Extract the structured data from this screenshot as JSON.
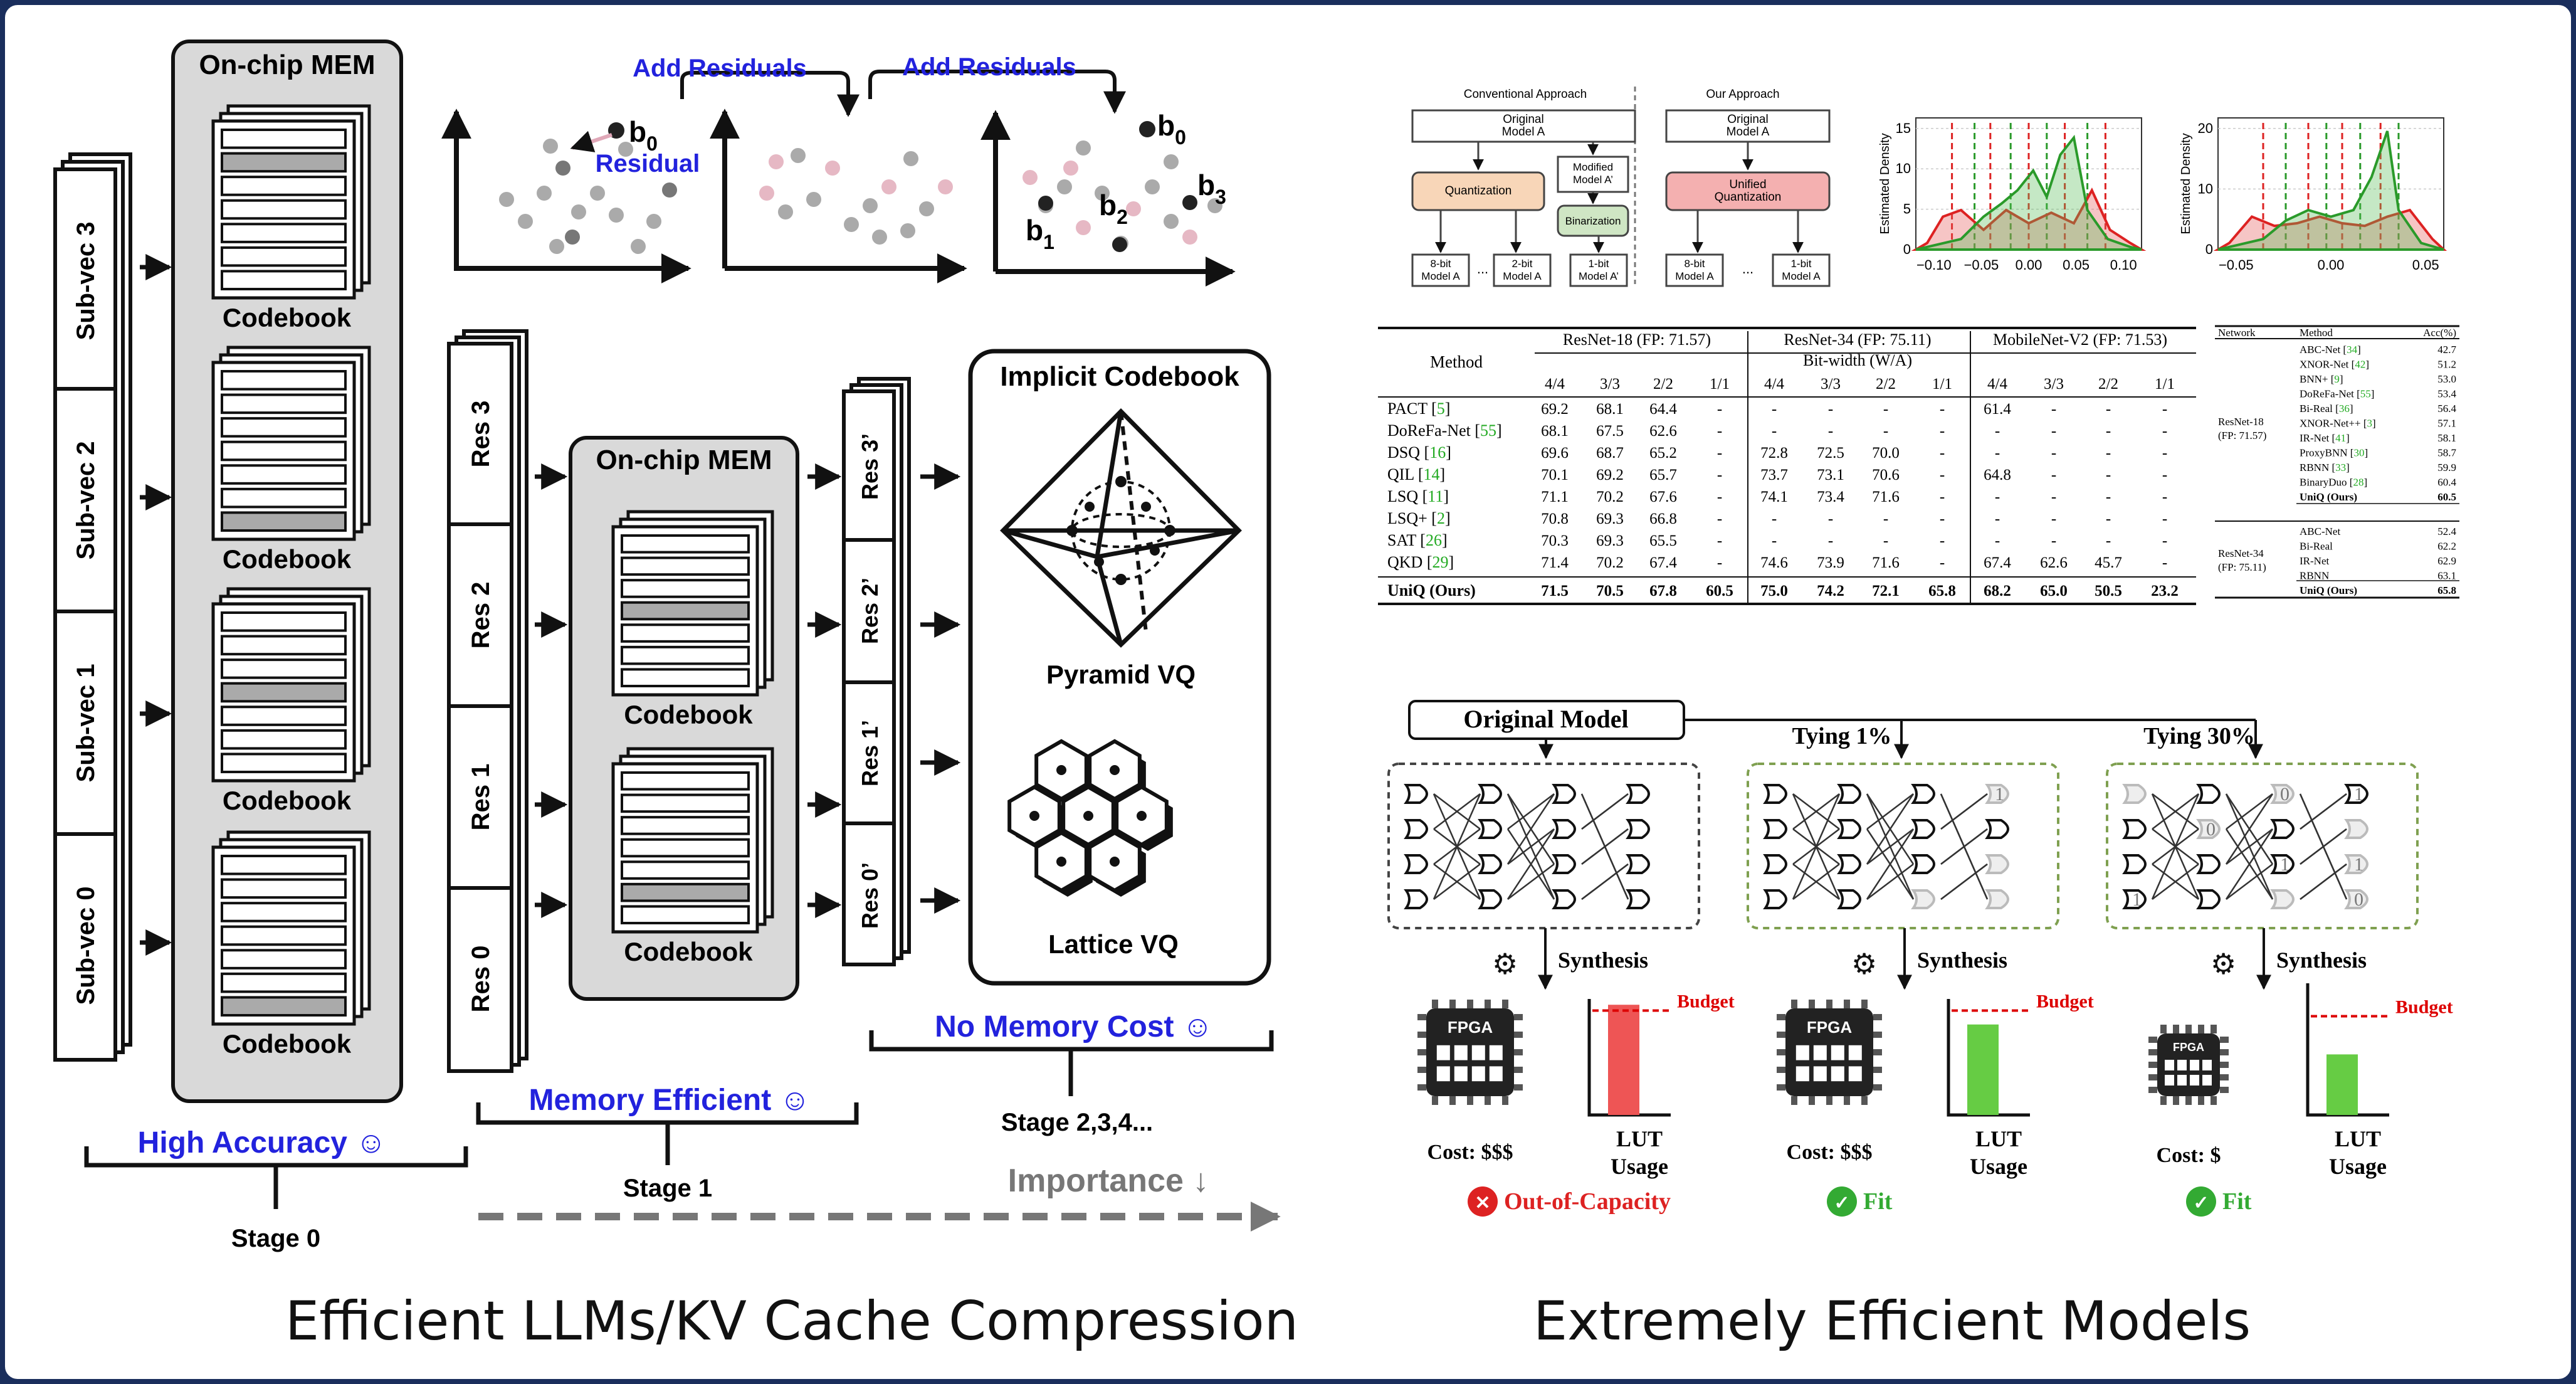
{
  "left": {
    "caption": "Efficient LLMs/KV Cache Compression",
    "subvecs": [
      "Sub-vec 3",
      "Sub-vec 2",
      "Sub-vec 1",
      "Sub-vec 0"
    ],
    "onchip_mem": "On-chip MEM",
    "codebook": "Codebook",
    "residuals": [
      "Res 3",
      "Res 2",
      "Res 1",
      "Res 0"
    ],
    "residuals_prime": [
      "Res 3’",
      "Res 2’",
      "Res 1’",
      "Res 0’"
    ],
    "add_residuals": "Add Residuals",
    "residual_label": "Residual",
    "b0": "b",
    "b_sub": [
      "0",
      "1",
      "2",
      "3"
    ],
    "implicit_codebook": "Implicit Codebook",
    "pyramid_vq": "Pyramid VQ",
    "lattice_vq": "Lattice VQ",
    "high_accuracy": "High Accuracy ☺",
    "memory_efficient": "Memory Efficient ☺",
    "no_memory_cost": "No Memory Cost ☺",
    "stage0": "Stage 0",
    "stage1": "Stage 1",
    "stage234": "Stage 2,3,4...",
    "importance": "Importance ↓",
    "colors": {
      "blue": "#2222dd",
      "gray_panel": "#d9d9d9"
    }
  },
  "right": {
    "caption": "Extremely Efficient Models",
    "flow": {
      "conventional": "Conventional Approach",
      "ours": "Our Approach",
      "original_model_a": "Original Model A",
      "modified_model": "Modified Model A’",
      "quantization": "Quantization",
      "binarization": "Binarization",
      "unified_quantization": "Unified Quantization",
      "m8": "8-bit Model A",
      "m2": "2-bit Model A",
      "m1": "1-bit Model A’",
      "m1b": "1-bit Model A",
      "ellipsis": "..."
    },
    "density": {
      "ylabel": "Estimated Density",
      "plot1_xticks": [
        "−0.10",
        "−0.05",
        "0.00",
        "0.05",
        "0.10"
      ],
      "plot1_yticks": [
        "0",
        "5",
        "10",
        "15"
      ],
      "plot2_xticks": [
        "−0.05",
        "0.00",
        "0.05"
      ],
      "plot2_yticks": [
        "0",
        "10",
        "20"
      ]
    },
    "table": {
      "method": "Method",
      "groups": [
        "ResNet-18 (FP: 71.57)",
        "ResNet-34 (FP: 75.11)",
        "MobileNet-V2 (FP: 71.53)"
      ],
      "bitwidth": "Bit-width (W/A)",
      "cols": [
        "4/4",
        "3/3",
        "2/2",
        "1/1",
        "4/4",
        "3/3",
        "2/2",
        "1/1",
        "4/4",
        "3/3",
        "2/2",
        "1/1"
      ],
      "rows": [
        {
          "m": "PACT",
          "ref": "5",
          "v": [
            "69.2",
            "68.1",
            "64.4",
            "-",
            "-",
            "-",
            "-",
            "-",
            "61.4",
            "-",
            "-",
            "-"
          ]
        },
        {
          "m": "DoReFa-Net",
          "ref": "55",
          "v": [
            "68.1",
            "67.5",
            "62.6",
            "-",
            "-",
            "-",
            "-",
            "-",
            "-",
            "-",
            "-",
            "-"
          ]
        },
        {
          "m": "DSQ",
          "ref": "16",
          "v": [
            "69.6",
            "68.7",
            "65.2",
            "-",
            "72.8",
            "72.5",
            "70.0",
            "-",
            "-",
            "-",
            "-",
            "-"
          ]
        },
        {
          "m": "QIL",
          "ref": "14",
          "v": [
            "70.1",
            "69.2",
            "65.7",
            "-",
            "73.7",
            "73.1",
            "70.6",
            "-",
            "64.8",
            "-",
            "-",
            "-"
          ]
        },
        {
          "m": "LSQ",
          "ref": "11",
          "v": [
            "71.1",
            "70.2",
            "67.6",
            "-",
            "74.1",
            "73.4",
            "71.6",
            "-",
            "-",
            "-",
            "-",
            "-"
          ]
        },
        {
          "m": "LSQ+",
          "ref": "2",
          "v": [
            "70.8",
            "69.3",
            "66.8",
            "-",
            "-",
            "-",
            "-",
            "-",
            "-",
            "-",
            "-",
            "-"
          ]
        },
        {
          "m": "SAT",
          "ref": "26",
          "v": [
            "70.3",
            "69.3",
            "65.5",
            "-",
            "-",
            "-",
            "-",
            "-",
            "-",
            "-",
            "-",
            "-"
          ]
        },
        {
          "m": "QKD",
          "ref": "29",
          "v": [
            "71.4",
            "70.2",
            "67.4",
            "-",
            "74.6",
            "73.9",
            "71.6",
            "-",
            "67.4",
            "62.6",
            "45.7",
            "-"
          ]
        }
      ],
      "ours": {
        "m": "UniQ (Ours)",
        "v": [
          "71.5",
          "70.5",
          "67.8",
          "60.5",
          "75.0",
          "74.2",
          "72.1",
          "65.8",
          "68.2",
          "65.0",
          "50.5",
          "23.2"
        ]
      }
    },
    "small_table": {
      "headers": [
        "Network",
        "Method",
        "Acc(%)"
      ],
      "net18": "ResNet-18 (FP: 71.57)",
      "net34": "ResNet-34 (FP: 75.11)",
      "rows18": [
        [
          "ABC-Net",
          "34",
          "42.7"
        ],
        [
          "XNOR-Net",
          "42",
          "51.2"
        ],
        [
          "BNN+",
          "9",
          "53.0"
        ],
        [
          "DoReFa-Net",
          "55",
          "53.4"
        ],
        [
          "Bi-Real",
          "36",
          "56.4"
        ],
        [
          "XNOR-Net++",
          "3",
          "57.1"
        ],
        [
          "IR-Net",
          "41",
          "58.1"
        ],
        [
          "ProxyBNN",
          "30",
          "58.7"
        ],
        [
          "RBNN",
          "33",
          "59.9"
        ],
        [
          "BinaryDuo",
          "28",
          "60.4"
        ],
        [
          "UniQ (Ours)",
          "",
          "60.5"
        ]
      ],
      "rows34": [
        [
          "ABC-Net",
          "",
          "52.4"
        ],
        [
          "Bi-Real",
          "",
          "62.2"
        ],
        [
          "IR-Net",
          "",
          "62.9"
        ],
        [
          "RBNN",
          "",
          "63.1"
        ],
        [
          "UniQ (Ours)",
          "",
          "65.8"
        ]
      ]
    },
    "lut": {
      "original_model": "Original Model",
      "tying1": "Tying 1%",
      "tying30": "Tying 30%",
      "synthesis": "Synthesis",
      "fpga": "FPGA",
      "budget": "Budget",
      "lut_usage": "LUT Usage",
      "cost1": "Cost: $$$",
      "cost2": "Cost: $$$",
      "cost3": "Cost: $",
      "status1": "Out-of-Capacity",
      "status2": "Fit",
      "status3": "Fit",
      "bar_fill": [
        0.95,
        0.78,
        0.46
      ],
      "budget_level": [
        0.9,
        0.9,
        0.75
      ],
      "colors": {
        "red": "#ee5555",
        "green": "#66cc44",
        "budget": "#dd0000"
      }
    }
  }
}
